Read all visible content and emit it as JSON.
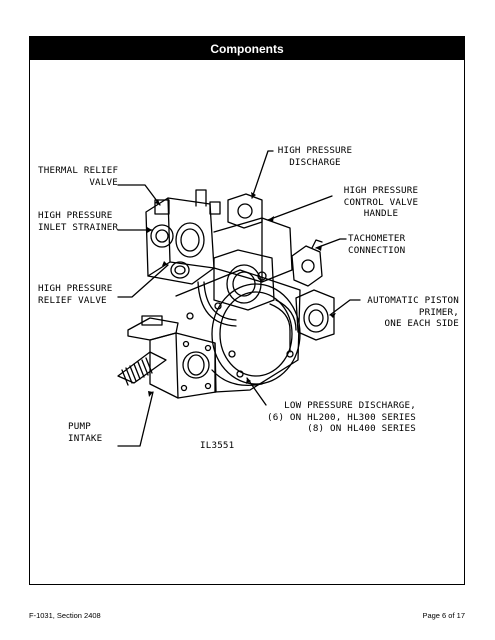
{
  "header": {
    "title": "Components"
  },
  "callouts": {
    "thermal_relief_valve": "THERMAL RELIEF\nVALVE",
    "high_pressure_inlet_strainer": "HIGH PRESSURE\nINLET STRAINER",
    "high_pressure_relief_valve": "HIGH PRESSURE\nRELIEF VALVE",
    "pump_intake": "PUMP\nINTAKE",
    "high_pressure_discharge": "HIGH PRESSURE\nDISCHARGE",
    "high_pressure_control_valve_handle": "HIGH PRESSURE\nCONTROL VALVE\nHANDLE",
    "tachometer_connection": "TACHOMETER\nCONNECTION",
    "automatic_piston_primer": "AUTOMATIC PISTON\nPRIMER,\nONE EACH SIDE",
    "low_pressure_discharge": "LOW PRESSURE DISCHARGE,\n(6) ON HL200, HL300 SERIES\n(8) ON HL400 SERIES",
    "illustration_id": "IL3551"
  },
  "footer": {
    "left": "F-1031, Section 2408",
    "right": "Page 6 of 17"
  }
}
